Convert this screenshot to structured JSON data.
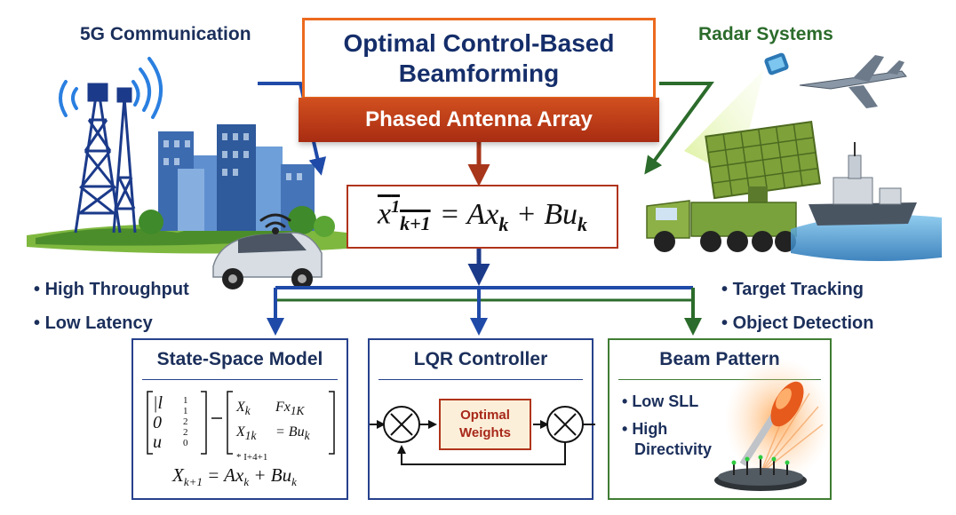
{
  "header": {
    "title_line1": "Optimal Control-Based",
    "title_line2": "Beamforming",
    "subtitle": "Phased Antenna Array"
  },
  "left_section": {
    "title": "5G Communication",
    "bullets": [
      "High Throughput",
      "Low Latency"
    ]
  },
  "right_section": {
    "title": "Radar Systems",
    "bullets": [
      "Target Tracking",
      "Object Detection"
    ]
  },
  "state_equation": {
    "lhs_main": "x",
    "lhs_super": "1",
    "lhs_sub": "k+1",
    "rhs": "= Ax",
    "rhs_sub1": "k",
    "rhs2": "+ Bu",
    "rhs_sub2": "k"
  },
  "panels": {
    "state_space": {
      "title": "State-Space Model",
      "matrix_left": [
        "|l",
        "0",
        "u"
      ],
      "matrix_left_col2": [
        "1",
        "1",
        "2",
        "2",
        "0"
      ],
      "matrix_right_rows": [
        "X",
        "X",
        "* I+4+1"
      ],
      "matrix_right_subs": [
        "k",
        "1k"
      ],
      "matrix_right_col2": [
        "Fx",
        "= Bu"
      ],
      "matrix_right_col2_subs": [
        "1K",
        "k"
      ],
      "equation_main": "X",
      "equation_sub": "k+1",
      "equation_rest": "= Ax",
      "equation_sub2": "k",
      "equation_rest2": "+ Bu",
      "equation_sub3": "k"
    },
    "lqr": {
      "title": "LQR Controller",
      "block_line1": "Optimal",
      "block_line2": "Weights"
    },
    "beam": {
      "title": "Beam Pattern",
      "bullet1": "Low SLL",
      "bullet2_line1": "High",
      "bullet2_line2": "Directivity"
    }
  },
  "colors": {
    "navy": "#1b2f5b",
    "blue_arrow": "#1f4aa8",
    "green": "#2b6b2b",
    "orange_accent": "#ec6a1f",
    "dark_red": "#b0341b"
  }
}
